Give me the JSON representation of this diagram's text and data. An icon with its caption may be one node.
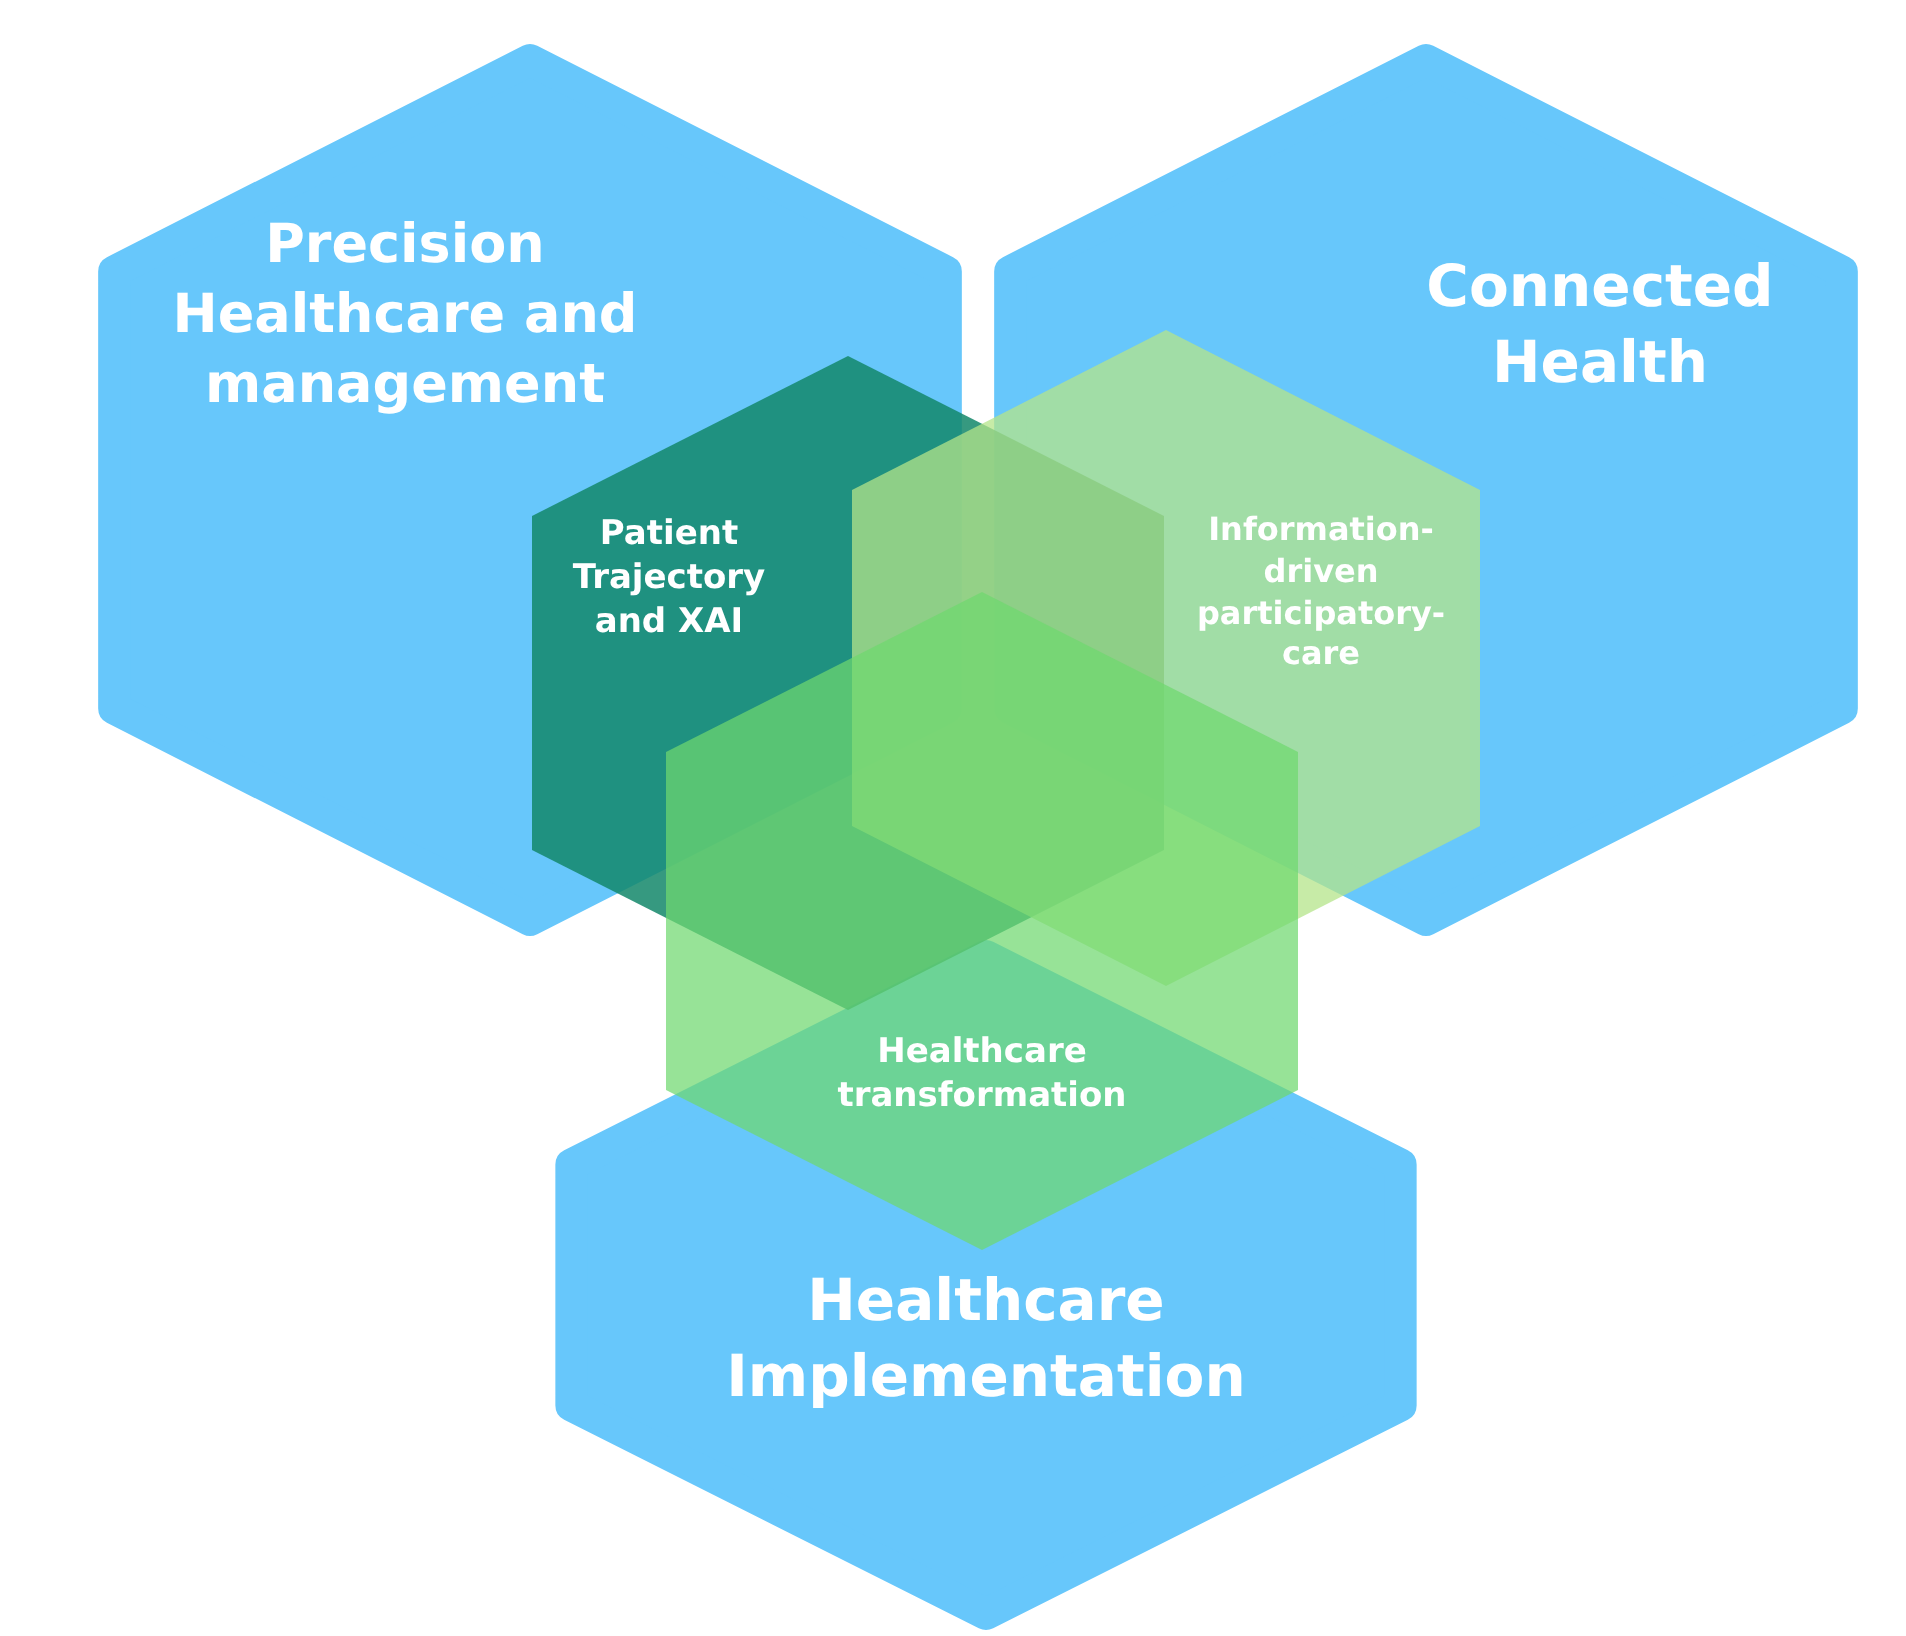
{
  "diagram": {
    "nodes": [
      {
        "text": [
          "Precision Healthcare and management"
        ]
      },
      {
        "text": [
          "Connected Health"
        ]
      },
      {
        "text": [
          "Healthcare Implementation"
        ]
      },
      {
        "text": [
          "Patient Trajectory and XAI"
        ]
      },
      {
        "text": [
          "Information-driven participatory-care"
        ]
      },
      {
        "text": [
          "Healthcare transformation"
        ]
      }
    ]
  }
}
